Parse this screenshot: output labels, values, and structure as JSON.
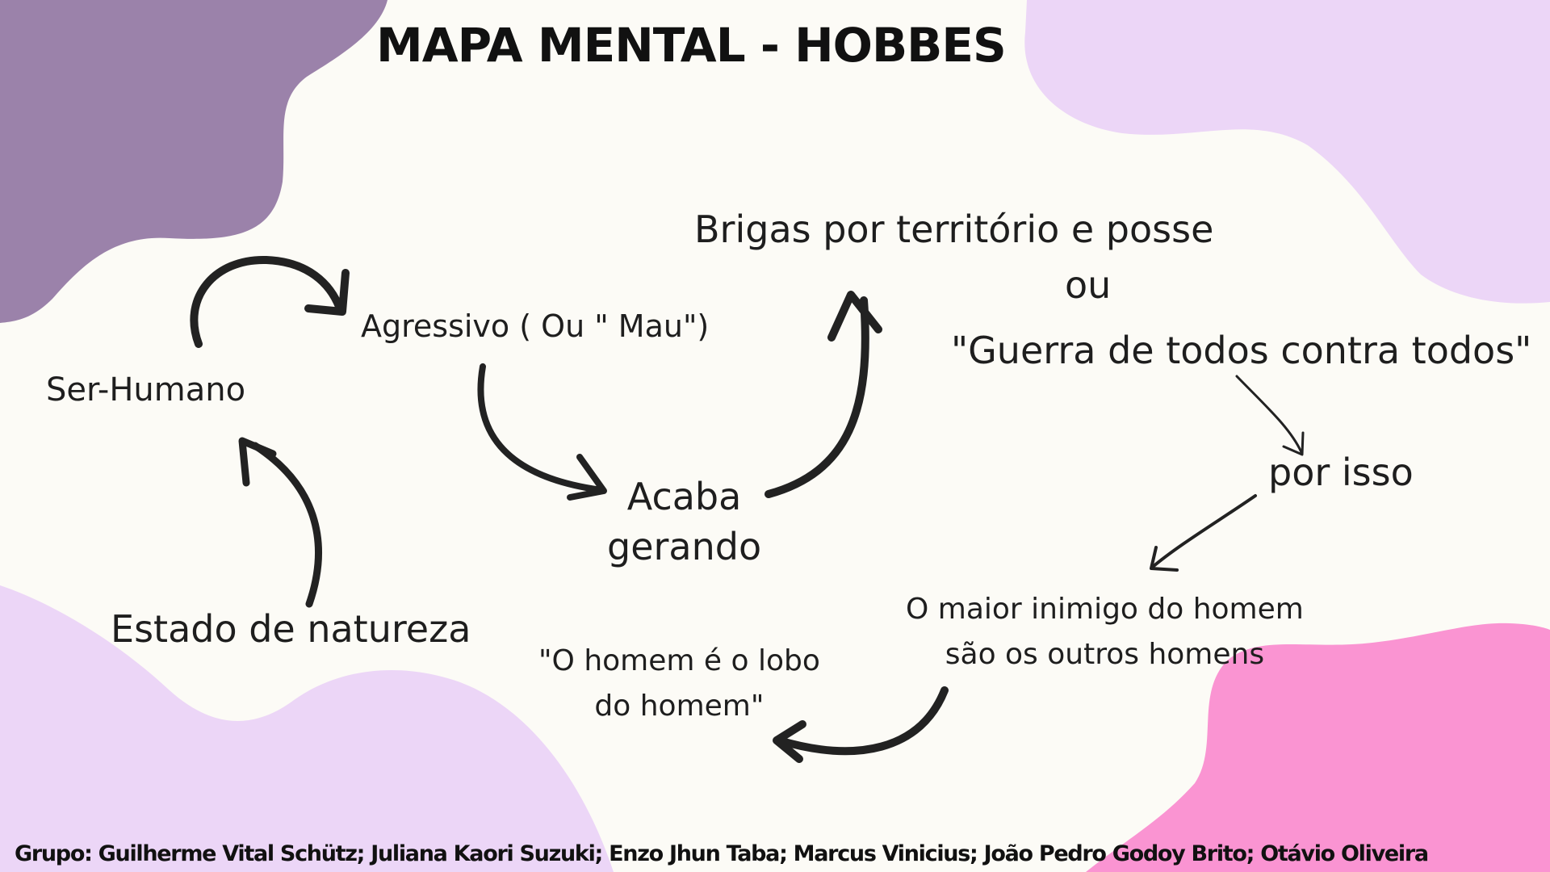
{
  "title": "MAPA MENTAL - HOBBES",
  "nodes": {
    "ser_humano": "Ser-Humano",
    "agressivo": "Agressivo ( Ou \" Mau\")",
    "acaba_gerando": [
      "Acaba",
      "gerando"
    ],
    "brigas": "Brigas por território e posse",
    "ou": "ou",
    "guerra": "\"Guerra de todos contra todos\"",
    "por_isso": "por isso",
    "maior_inimigo": [
      "O maior inimigo do homem",
      "são os outros homens"
    ],
    "homem_lobo": [
      "\"O homem é o lobo",
      "do homem\""
    ],
    "estado_natureza": "Estado de natureza"
  },
  "credits": "Grupo: Guilherme Vital Schütz; Juliana Kaori Suzuki; Enzo Jhun Taba; Marcus Vinicius; João Pedro Godoy Brito; Otávio Oliveira",
  "colors": {
    "background": "#fcfbf6",
    "blob_purple": "#9b82aa",
    "blob_lavender": "#ecd6f7",
    "blob_pink": "#fa94d2",
    "arrow": "#222222"
  }
}
